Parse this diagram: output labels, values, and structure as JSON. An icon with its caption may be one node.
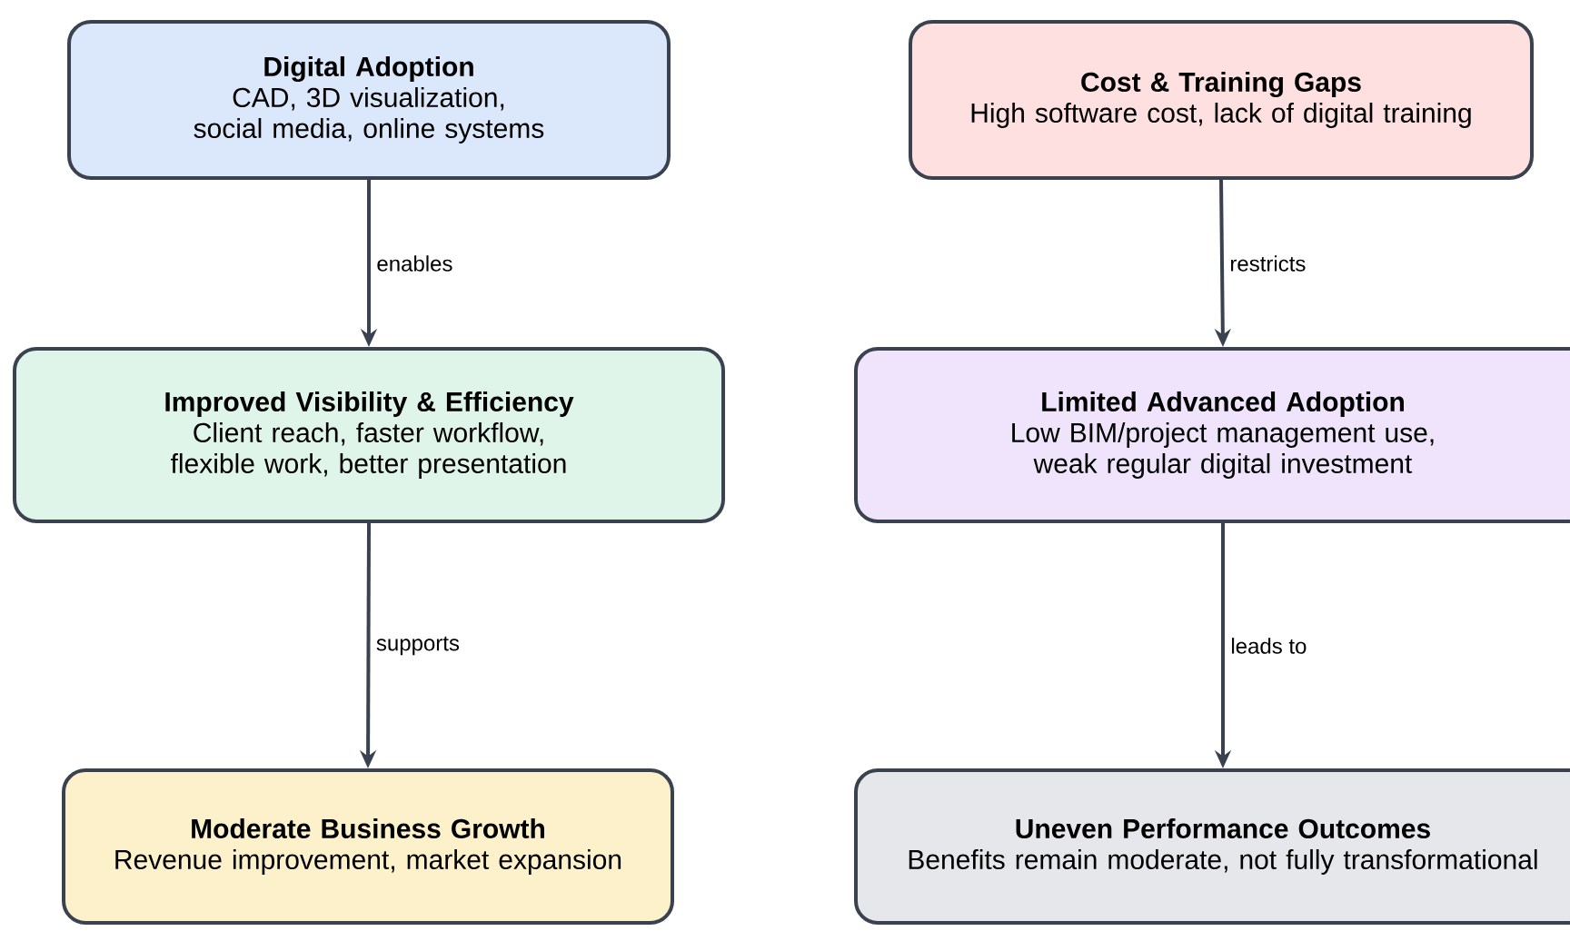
{
  "diagram": {
    "nodes": [
      {
        "text": [
          "Digital Adoption",
          "CAD, 3D visualization, social media, online systems"
        ]
      },
      {
        "text": [
          "Improved Visibility & Efficiency",
          "Client reach, faster workflow, flexible work, better presentation"
        ]
      },
      {
        "text": [
          "Moderate Business Growth",
          "Revenue improvement, market expansion"
        ]
      },
      {
        "text": [
          "Cost & Training Gaps",
          "High software cost, lack of digital training"
        ]
      },
      {
        "text": [
          "Limited Advanced Adoption",
          "Low BIM/project management use, weak regular digital investment"
        ]
      },
      {
        "text": [
          "Uneven Performance Outcomes",
          "Benefits remain moderate, not fully transformational"
        ]
      }
    ],
    "edges": [
      {
        "from": 0,
        "to": 1,
        "arrow": "to",
        "label": "enables"
      },
      {
        "from": 1,
        "to": 2,
        "arrow": "to",
        "label": "supports"
      },
      {
        "from": 3,
        "to": 4,
        "arrow": "to",
        "label": "restricts"
      },
      {
        "from": 4,
        "to": 5,
        "arrow": "to",
        "label": "leads to"
      }
    ]
  }
}
